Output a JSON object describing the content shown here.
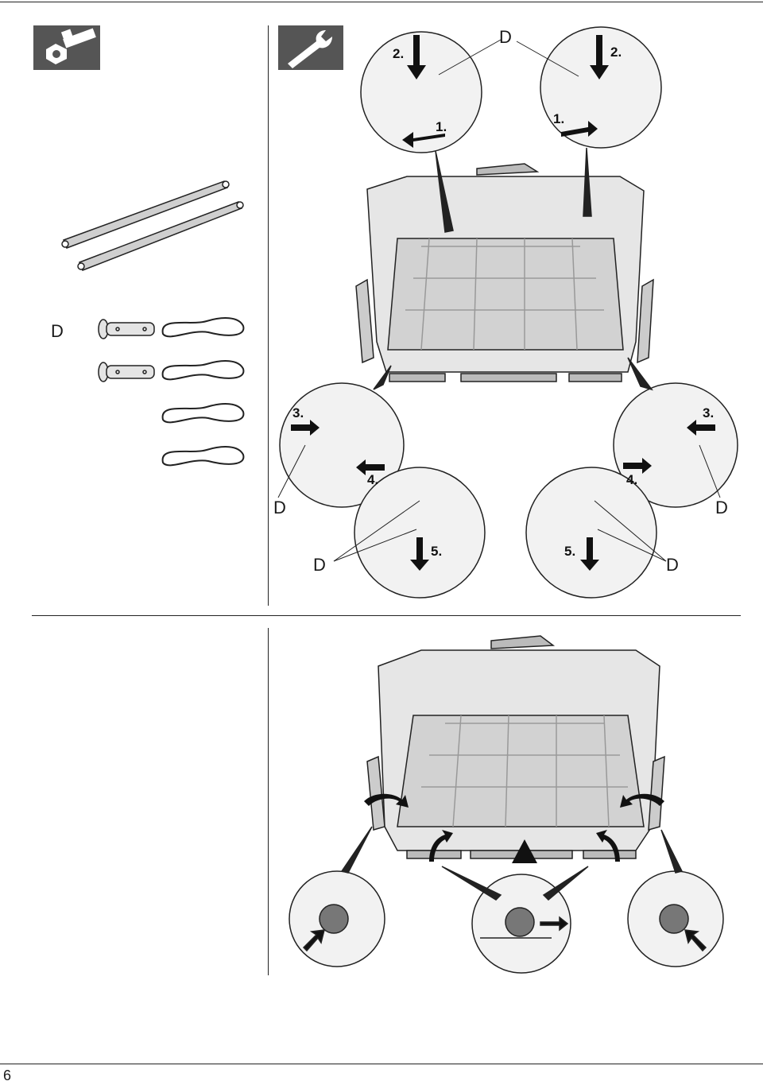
{
  "page_number": "6",
  "parts": {
    "pin_label": "D"
  },
  "steps": {
    "s1": "1.",
    "s2": "2.",
    "s3": "3.",
    "s4": "4.",
    "s5": "5."
  },
  "callouts": {
    "d_top_center": "D",
    "d_left_mid": "D",
    "d_right_mid": "D",
    "d_left_low": "D",
    "d_right_low": "D"
  },
  "icons": [
    "hardware-bolt-nut-icon",
    "wrench-tool-icon"
  ],
  "colors": {
    "ink": "#222222",
    "shade": "#c9c9c9",
    "icon_bg": "#555555"
  }
}
